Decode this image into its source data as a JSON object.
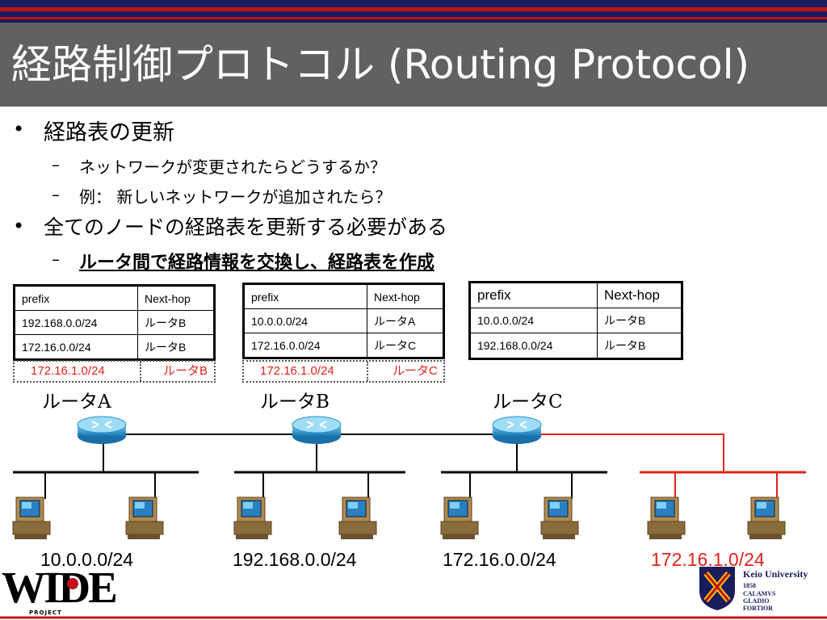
{
  "slide": {
    "title": "経路制御プロトコル (Routing Protocol)",
    "bullets": [
      {
        "text": "経路表の更新",
        "subs": [
          "ネットワークが変更されたらどうするか？",
          "例： 新しいネットワークが追加されたら？"
        ]
      },
      {
        "text": "全てのノードの経路表を更新する必要がある",
        "subs": [
          "ルータ間で経路情報を交換し、経路表を作成"
        ]
      }
    ],
    "bullet_symbol": "•",
    "dash_symbol": "–"
  },
  "tables": [
    {
      "header": [
        "prefix",
        "Next-hop"
      ],
      "rows": [
        [
          "192.168.0.0/24",
          "ルータB"
        ],
        [
          "172.16.0.0/24",
          "ルータB"
        ]
      ],
      "new_row": [
        "172.16.1.0/24",
        "ルータB"
      ]
    },
    {
      "header": [
        "prefix",
        "Next-hop"
      ],
      "rows": [
        [
          "10.0.0.0/24",
          "ルータA"
        ],
        [
          "172.16.0.0/24",
          "ルータC"
        ]
      ],
      "new_row": [
        "172.16.1.0/24",
        "ルータC"
      ]
    },
    {
      "header": [
        "prefix",
        "Next-hop"
      ],
      "rows": [
        [
          "10.0.0.0/24",
          "ルータB"
        ],
        [
          "192.168.0.0/24",
          "ルータB"
        ]
      ]
    }
  ],
  "routers": [
    "ルータA",
    "ルータB",
    "ルータC"
  ],
  "networks": [
    {
      "label": "10.0.0.0/24",
      "color": "#000000"
    },
    {
      "label": "192.168.0.0/24",
      "color": "#000000"
    },
    {
      "label": "172.16.0.0/24",
      "color": "#000000"
    },
    {
      "label": "172.16.1.0/24",
      "color": "#e2231a"
    }
  ],
  "colors": {
    "title_bar": "#616161",
    "top_band": "#1b1c5c",
    "accent_red": "#e2231a",
    "router": "#2a8fc7"
  },
  "logos": {
    "wide": "WIDE",
    "wide_sub": "PROJECT",
    "keio_name": "Keio University",
    "keio_year": "1858",
    "keio_motto": [
      "CALAMVS",
      "GLADIO",
      "FORTIOR"
    ]
  }
}
